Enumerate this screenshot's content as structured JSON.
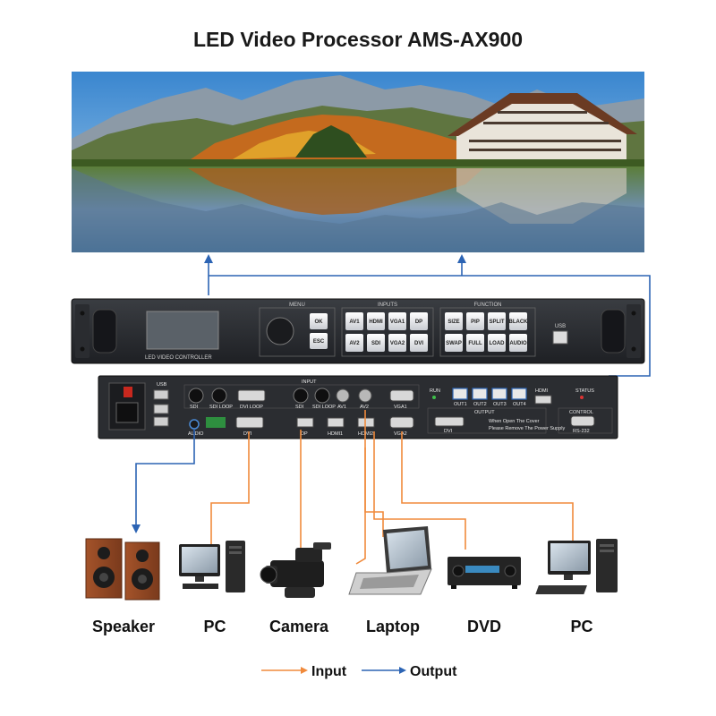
{
  "title": "LED Video Processor AMS-AX900",
  "front_panel": {
    "brand_label": "LED VIDEO CONTROLLER",
    "menu_label": "MENU",
    "inputs_label": "INPUTS",
    "function_label": "FUNCTION",
    "usb_label": "USB",
    "menu_buttons": [
      "OK",
      "ESC"
    ],
    "input_buttons": [
      "AV1",
      "HDMI",
      "VGA1",
      "DP",
      "AV2",
      "SDI",
      "VGA2",
      "DVI"
    ],
    "function_buttons": [
      "SIZE",
      "PIP",
      "SPLIT",
      "BLACK",
      "SWAP",
      "FULL",
      "LOAD",
      "AUDIO"
    ]
  },
  "rear_panel": {
    "usb_label": "USB",
    "input_label": "INPUT",
    "output_label": "OUTPUT",
    "control_label": "CONTROL",
    "run_label": "RUN",
    "status_label": "STATUS",
    "hdmi_out_label": "HDMI",
    "audio_label": "AUDIO",
    "port_labels": {
      "sdi": "SDI",
      "sdi_loop1": "SDI LOOP",
      "sdi2": "SDI",
      "sdi_loop2": "SDI LOOP",
      "av1": "AV1",
      "av2": "AV2",
      "dvi_loop": "DVI LOOP",
      "dvi": "DVI",
      "dp": "DP",
      "hdmi1": "HDMI1",
      "hdmi2": "HDMI2",
      "vga1": "VGA1",
      "vga2": "VGA2",
      "dvi_out": "DVI",
      "rs232": "RS-232"
    },
    "out_labels": [
      "OUT1",
      "OUT2",
      "OUT3",
      "OUT4"
    ],
    "warning": [
      "When Open The Cover",
      "Please Remove The Power Supply"
    ]
  },
  "devices": [
    {
      "label": "Speaker",
      "icon": "speaker-icon"
    },
    {
      "label": "PC",
      "icon": "pc-icon"
    },
    {
      "label": "Camera",
      "icon": "camera-icon"
    },
    {
      "label": "Laptop",
      "icon": "laptop-icon"
    },
    {
      "label": "DVD",
      "icon": "dvd-icon"
    },
    {
      "label": "PC",
      "icon": "pc-icon"
    }
  ],
  "legend": {
    "input_label": "Input",
    "output_label": "Output"
  },
  "colors": {
    "input_line": "#f08a3c",
    "output_line": "#2c64b4",
    "device_body": "#2a2a2a"
  }
}
